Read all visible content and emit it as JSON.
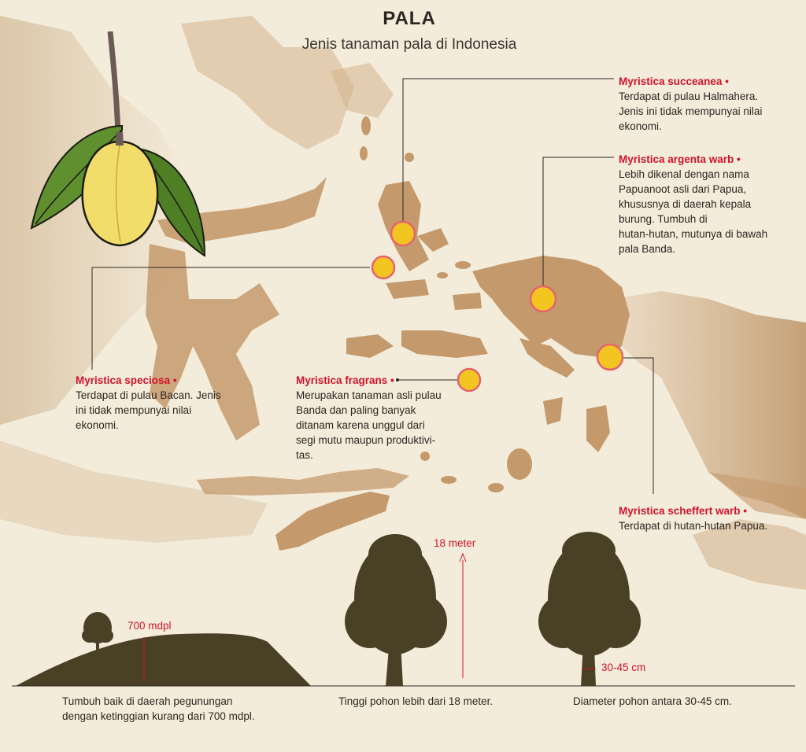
{
  "header": {
    "title": "PALA",
    "subtitle": "Jenis tanaman pala di Indonesia"
  },
  "species": [
    {
      "id": "succeanea",
      "name": "Myristica succeanea •",
      "lines": [
        "Terdapat di pulau Halmahera.",
        "Jenis ini tidak mempunyai nilai",
        "ekonomi."
      ]
    },
    {
      "id": "argenta",
      "name": "Myristica argenta warb •",
      "lines": [
        "Lebih dikenal dengan nama",
        "Papuanoot asli dari Papua,",
        "khususnya di daerah kepala",
        "burung. Tumbuh di",
        "hutan-hutan, mutunya di bawah",
        "pala Banda."
      ]
    },
    {
      "id": "speciosa",
      "name": "Myristica speciosa •",
      "lines": [
        "Terdapat di pulau Bacan. Jenis",
        "ini tidak mempunyai nilai",
        "ekonomi."
      ]
    },
    {
      "id": "fragrans",
      "name": "Myristica fragrans •",
      "lines": [
        "Merupakan tanaman asli pulau",
        "Banda dan paling banyak",
        "ditanam karena unggul dari",
        "segi mutu maupun produktivi-",
        "tas."
      ]
    },
    {
      "id": "scheffert",
      "name": "Myristica scheffert warb •",
      "lines": [
        "Terdapat di hutan-hutan Papua."
      ]
    }
  ],
  "measures": {
    "altitude": "700 mdpl",
    "height": "18 meter",
    "diameter": "30-45 cm"
  },
  "captions": {
    "altitude": [
      "Tumbuh baik di daerah pegunungan",
      "dengan ketinggian kurang dari 700 mdpl."
    ],
    "height": "Tinggi pohon lebih dari 18 meter.",
    "diameter": "Diameter pohon antara 30-45 cm."
  },
  "colors": {
    "background": "#f4ecdb",
    "land": "#c49a6c",
    "accent": "#d0132a",
    "marker": "#f2c521",
    "tree": "#4a4026"
  },
  "icons": [
    "nutmeg-fruit-icon",
    "tree-icon",
    "hill-icon",
    "arrow-up-icon"
  ]
}
